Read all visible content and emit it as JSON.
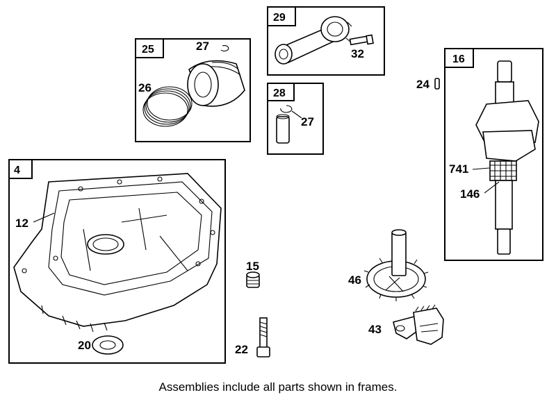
{
  "frames": [
    {
      "id": "frame-4",
      "label": "4"
    },
    {
      "id": "frame-25",
      "label": "25"
    },
    {
      "id": "frame-29",
      "label": "29"
    },
    {
      "id": "frame-28",
      "label": "28"
    },
    {
      "id": "frame-16",
      "label": "16"
    }
  ],
  "labels": {
    "p12": "12",
    "p20": "20",
    "p22": "22",
    "p15": "15",
    "p26": "26",
    "p27a": "27",
    "p27b": "27",
    "p32": "32",
    "p24": "24",
    "p741": "741",
    "p146": "146",
    "p46": "46",
    "p43": "43"
  },
  "caption": "Assemblies include all parts shown in frames."
}
